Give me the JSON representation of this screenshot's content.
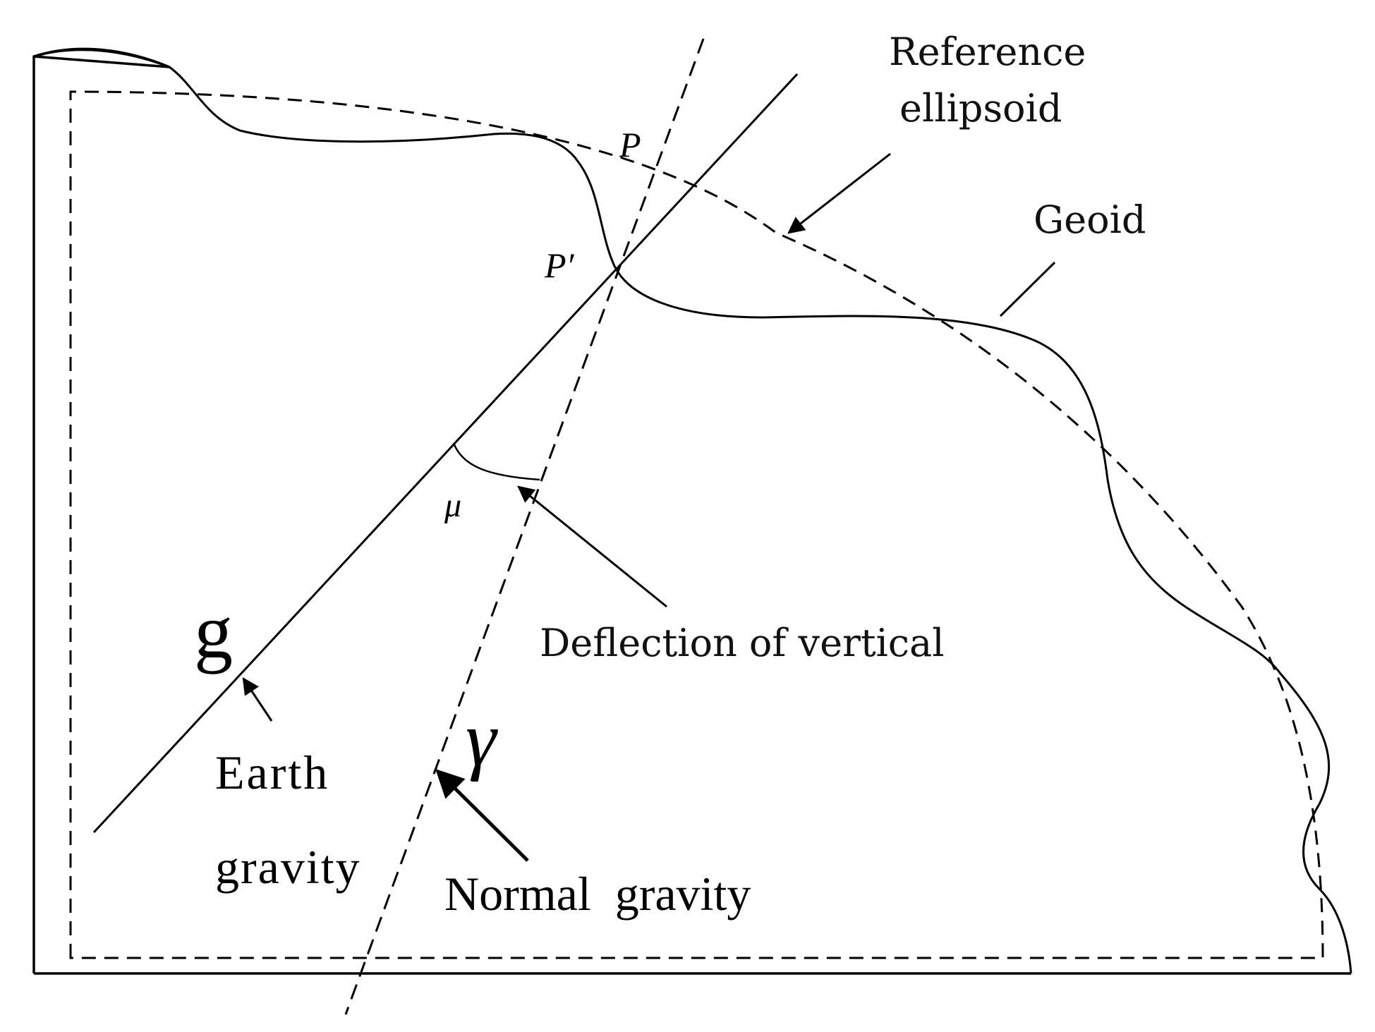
{
  "labels": {
    "reference_line1": "Reference",
    "reference_line2": "ellipsoid",
    "geoid": "Geoid",
    "p": "P",
    "p_prime": "P′",
    "mu": "μ",
    "deflection": "Deflection of vertical",
    "g": "g",
    "earth_line1": "Earth",
    "earth_line2": "gravity",
    "gamma": "γ",
    "normal_gravity": "Normal  gravity"
  },
  "colors": {
    "stroke": "#000000",
    "background": "#ffffff"
  }
}
